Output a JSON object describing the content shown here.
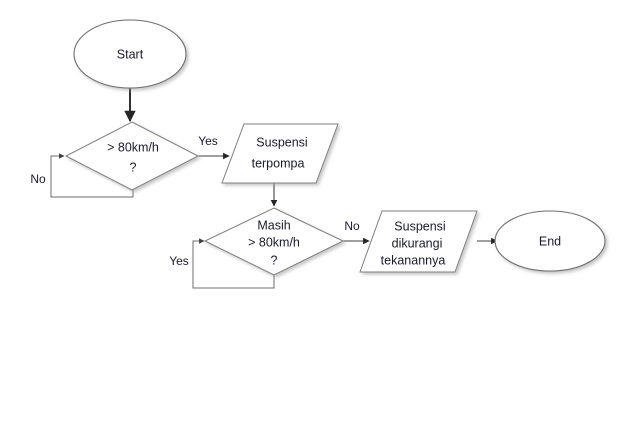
{
  "diagram": {
    "type": "flowchart",
    "title": "",
    "background_color": "#ffffff",
    "shape_stroke_color": "#7f7f7f",
    "connector_color": "#3f3f3f",
    "text_color": "#1a1a2e",
    "nodes": [
      {
        "id": "start",
        "shape": "ellipse",
        "lines": [
          "Start"
        ]
      },
      {
        "id": "dec1",
        "shape": "diamond",
        "lines": [
          "> 80km/h",
          "?"
        ]
      },
      {
        "id": "proc1",
        "shape": "parallelogram",
        "lines": [
          "Suspensi",
          "terpompa"
        ]
      },
      {
        "id": "dec2",
        "shape": "diamond",
        "lines": [
          "Masih",
          "> 80km/h",
          "?"
        ]
      },
      {
        "id": "proc2",
        "shape": "parallelogram",
        "lines": [
          "Suspensi",
          "dikurangi",
          "tekanannya"
        ]
      },
      {
        "id": "end",
        "shape": "ellipse",
        "lines": [
          "End"
        ]
      }
    ],
    "edges": [
      {
        "id": "e-start-dec1",
        "from": "start",
        "to": "dec1",
        "label": ""
      },
      {
        "id": "e-dec1-proc1",
        "from": "dec1",
        "to": "proc1",
        "label": "Yes"
      },
      {
        "id": "e-dec1-loop",
        "from": "dec1",
        "to": "dec1",
        "label": "No"
      },
      {
        "id": "e-proc1-dec2",
        "from": "proc1",
        "to": "dec2",
        "label": ""
      },
      {
        "id": "e-dec2-proc2",
        "from": "dec2",
        "to": "proc2",
        "label": "No"
      },
      {
        "id": "e-dec2-loop",
        "from": "dec2",
        "to": "dec2",
        "label": "Yes"
      },
      {
        "id": "e-proc2-end",
        "from": "proc2",
        "to": "end",
        "label": ""
      }
    ],
    "labels": {
      "start_text": "Start",
      "dec1_line1": "> 80km/h",
      "dec1_line2": "?",
      "dec1_yes": "Yes",
      "dec1_no": "No",
      "proc1_line1": "Suspensi",
      "proc1_line2": "terpompa",
      "dec2_line1": "Masih",
      "dec2_line2": "> 80km/h",
      "dec2_line3": "?",
      "dec2_no": "No",
      "dec2_yes": "Yes",
      "proc2_line1": "Suspensi",
      "proc2_line2": "dikurangi",
      "proc2_line3": "tekanannya",
      "end_text": "End"
    }
  }
}
